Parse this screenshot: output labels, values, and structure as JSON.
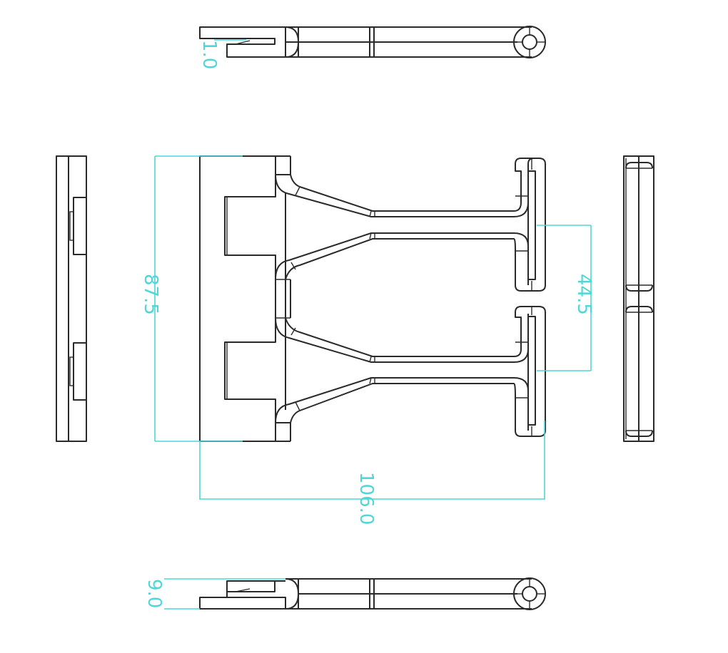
{
  "drawing": {
    "type": "orthographic engineering drawing",
    "views": [
      "top-view",
      "front-view",
      "left-side-view",
      "right-side-view",
      "bottom-view"
    ],
    "colors": {
      "part_line": "#2a2a2a",
      "dimension_line": "#4fd6d6",
      "background": "#ffffff"
    }
  },
  "dimensions": {
    "top_thickness": "1.0",
    "height": "87.5",
    "pitch": "44.5",
    "width": "106.0",
    "bottom_thickness": "9.0"
  }
}
